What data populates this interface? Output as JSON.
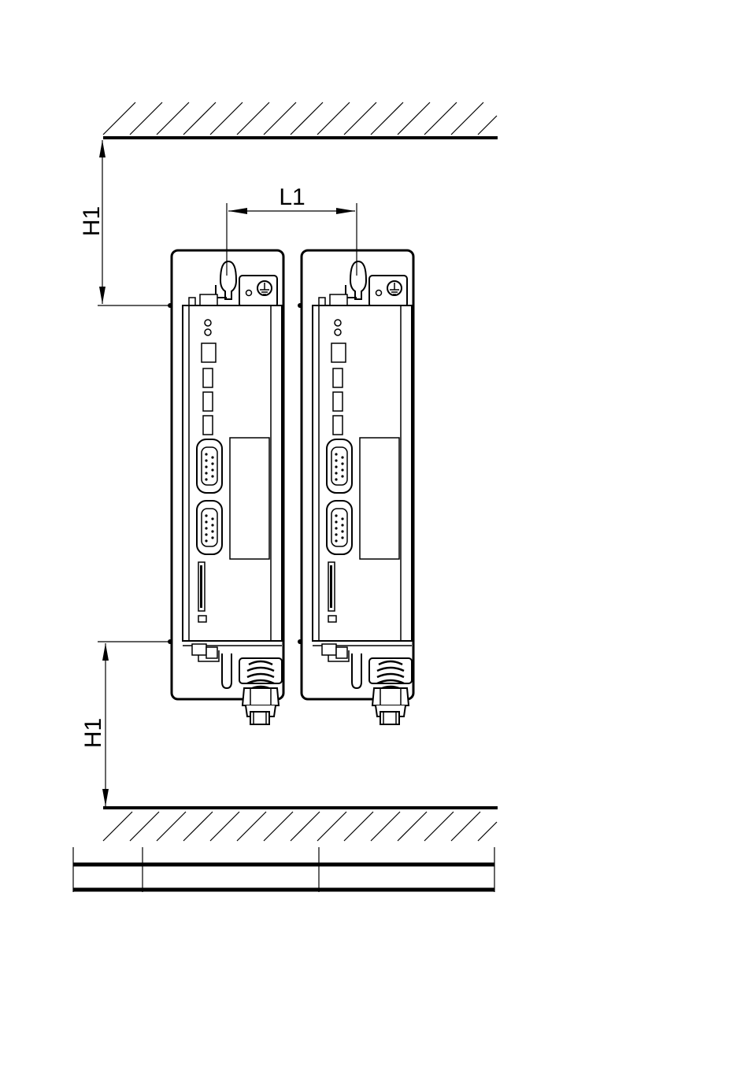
{
  "diagram": {
    "labels": {
      "top_clearance": "H1",
      "bottom_clearance": "H1",
      "spacing": "L1"
    },
    "drives": [
      {
        "id": "drive-left"
      },
      {
        "id": "drive-right"
      }
    ],
    "table": {
      "rows": [
        [
          "",
          "",
          ""
        ]
      ]
    }
  }
}
